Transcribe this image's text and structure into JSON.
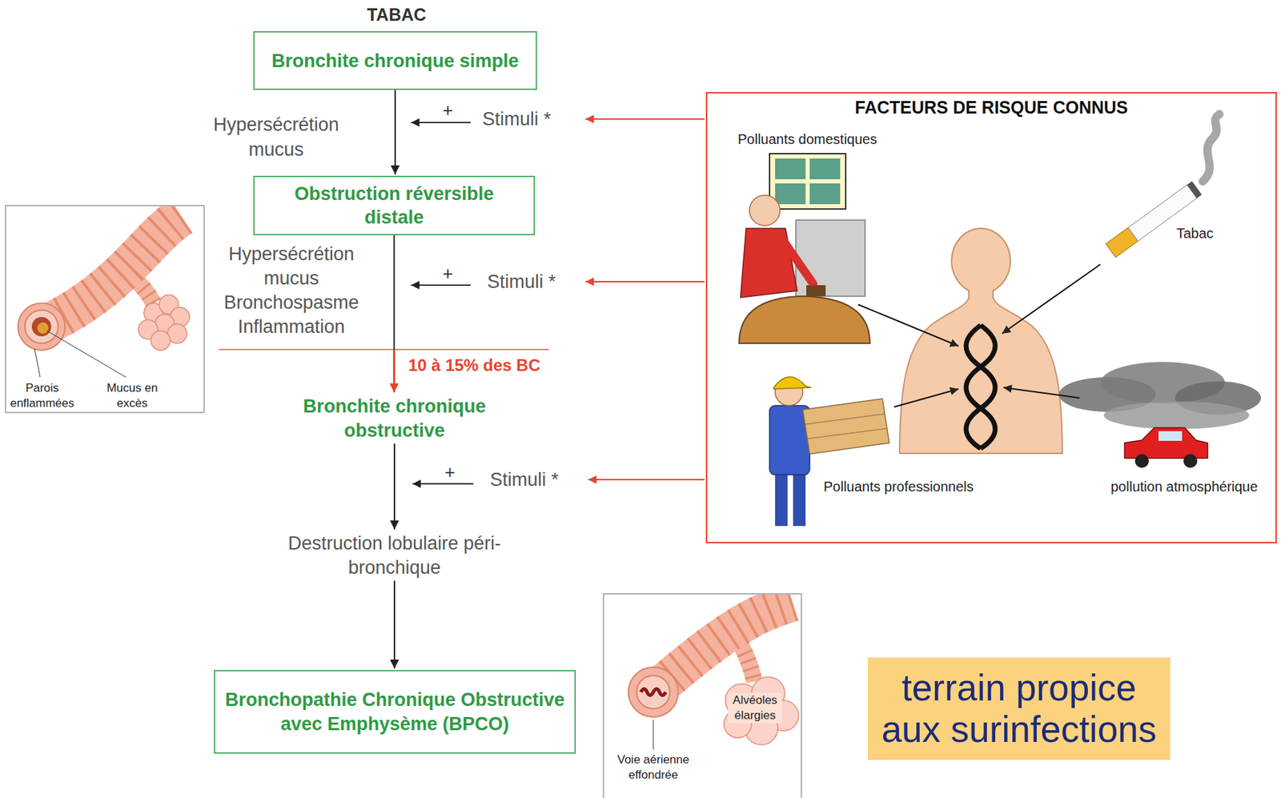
{
  "diagram": {
    "nodes": [
      {
        "text": [
          "Bronchite chronique simple"
        ]
      },
      {
        "text": [
          "Obstruction réversible distale"
        ]
      },
      {
        "text": [
          "Bronchite chronique obstructive"
        ]
      },
      {
        "text": [
          "Destruction lobulaire péri-bronchique"
        ]
      },
      {
        "text": [
          "Bronchopathie Chronique Obstructive avec Emphysème (BPCO)"
        ]
      },
      {
        "text": [
          "FACTEURS DE RISQUE CONNUS"
        ]
      },
      {
        "text": [
          "terrain propice aux surinfections"
        ]
      }
    ],
    "edges": [
      {
        "from": 0,
        "to": 1,
        "arrow": "to"
      },
      {
        "from": 1,
        "to": 2,
        "arrow": "to"
      },
      {
        "from": 2,
        "to": 3,
        "arrow": "to"
      },
      {
        "from": 3,
        "to": 4,
        "arrow": "to"
      }
    ],
    "labels": [
      "TABAC",
      "Hypersécrétion mucus",
      "+",
      "Stimuli *",
      "Hypersécrétion mucus",
      "Bronchospasme",
      "Inflammation",
      "+",
      "Stimuli *",
      "10 à 15% des BC",
      "+",
      "Stimuli *",
      "Parois enflammées",
      "Mucus en excès",
      "Alvéoles élargies",
      "Voie aérienne effondrée",
      "Polluants domestiques",
      "Tabac",
      "Polluants professionnels",
      "pollution atmosphérique"
    ]
  }
}
